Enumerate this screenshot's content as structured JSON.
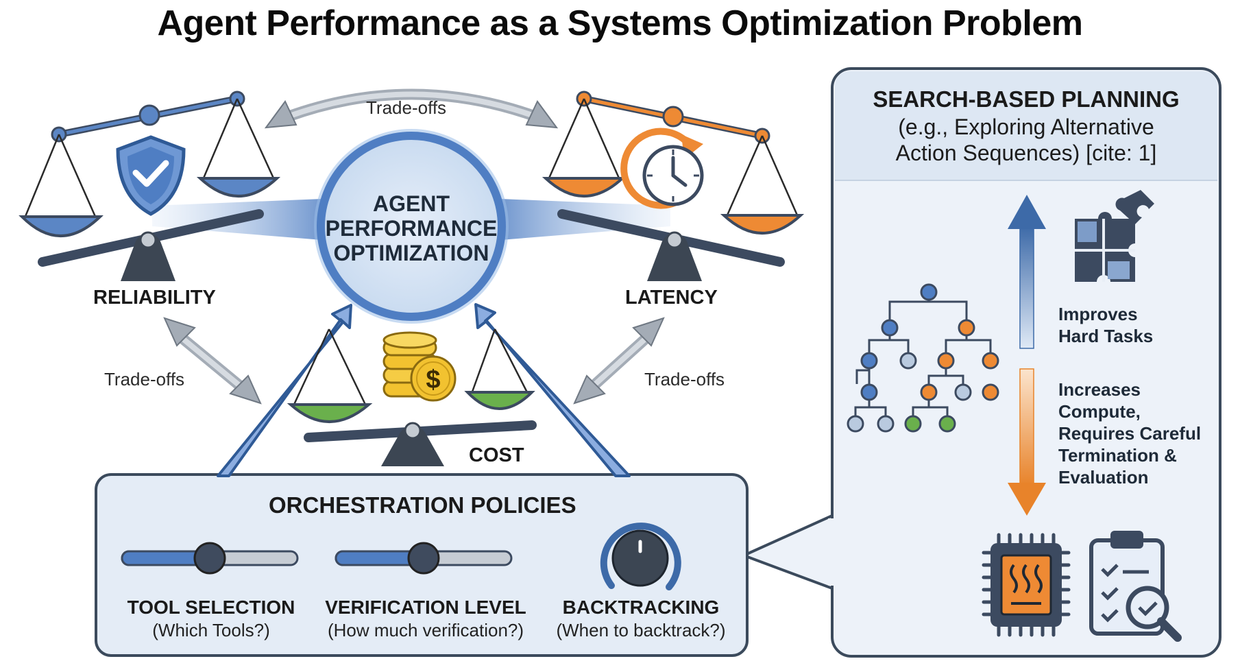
{
  "title": "Agent Performance as a Systems Optimization Problem",
  "center": {
    "lines": [
      "AGENT",
      "PERFORMANCE",
      "OPTIMIZATION"
    ]
  },
  "tradeoffs": {
    "top": "Trade-offs",
    "left": "Trade-offs",
    "right": "Trade-offs"
  },
  "scales": {
    "reliability": "RELIABILITY",
    "latency": "LATENCY",
    "cost": "COST"
  },
  "orchestration": {
    "title": "ORCHESTRATION POLICIES",
    "controls": [
      {
        "name": "TOOL SELECTION",
        "sub": "(Which Tools?)",
        "type": "slider",
        "value": 0.5
      },
      {
        "name": "VERIFICATION LEVEL",
        "sub": "(How much verification?)",
        "type": "slider",
        "value": 0.5
      },
      {
        "name": "BACKTRACKING",
        "sub": "(When to backtrack?)",
        "type": "knob"
      }
    ]
  },
  "search_planning": {
    "title": "SEARCH-BASED PLANNING",
    "subtitle_lines": [
      "(e.g., Exploring Alternative",
      "Action Sequences) [cite: 1]"
    ],
    "improves": "Improves Hard Tasks",
    "increases": "Increases Compute, Requires Careful Termination & Evaluation"
  },
  "icons": [
    "shield-check-icon",
    "clock-refresh-icon",
    "coin-stack-icon",
    "dollar-coin-icon",
    "puzzle-icon",
    "search-tree-icon",
    "cpu-heat-icon",
    "clipboard-magnifier-icon"
  ],
  "colors": {
    "blue": "#4f7ec3",
    "dark_blue": "#2f5a96",
    "orange": "#ee8a34",
    "green": "#6ab04c",
    "slate": "#3c4653",
    "panel_bg": "#e9f0f8",
    "panel_border": "#3b4a5c"
  }
}
